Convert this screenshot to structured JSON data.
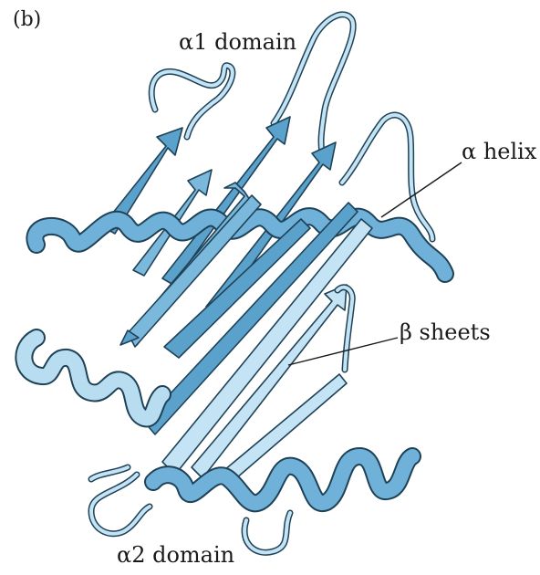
{
  "figure": {
    "panel_label": "(b)",
    "labels": {
      "alpha1_domain": "α1 domain",
      "alpha_helix": "α helix",
      "beta_sheets": "β sheets",
      "alpha2_domain": "α2 domain"
    },
    "colors": {
      "strand_dark": "#5aa2cc",
      "strand_light": "#c4e3f4",
      "outline": "#1f4257"
    }
  }
}
